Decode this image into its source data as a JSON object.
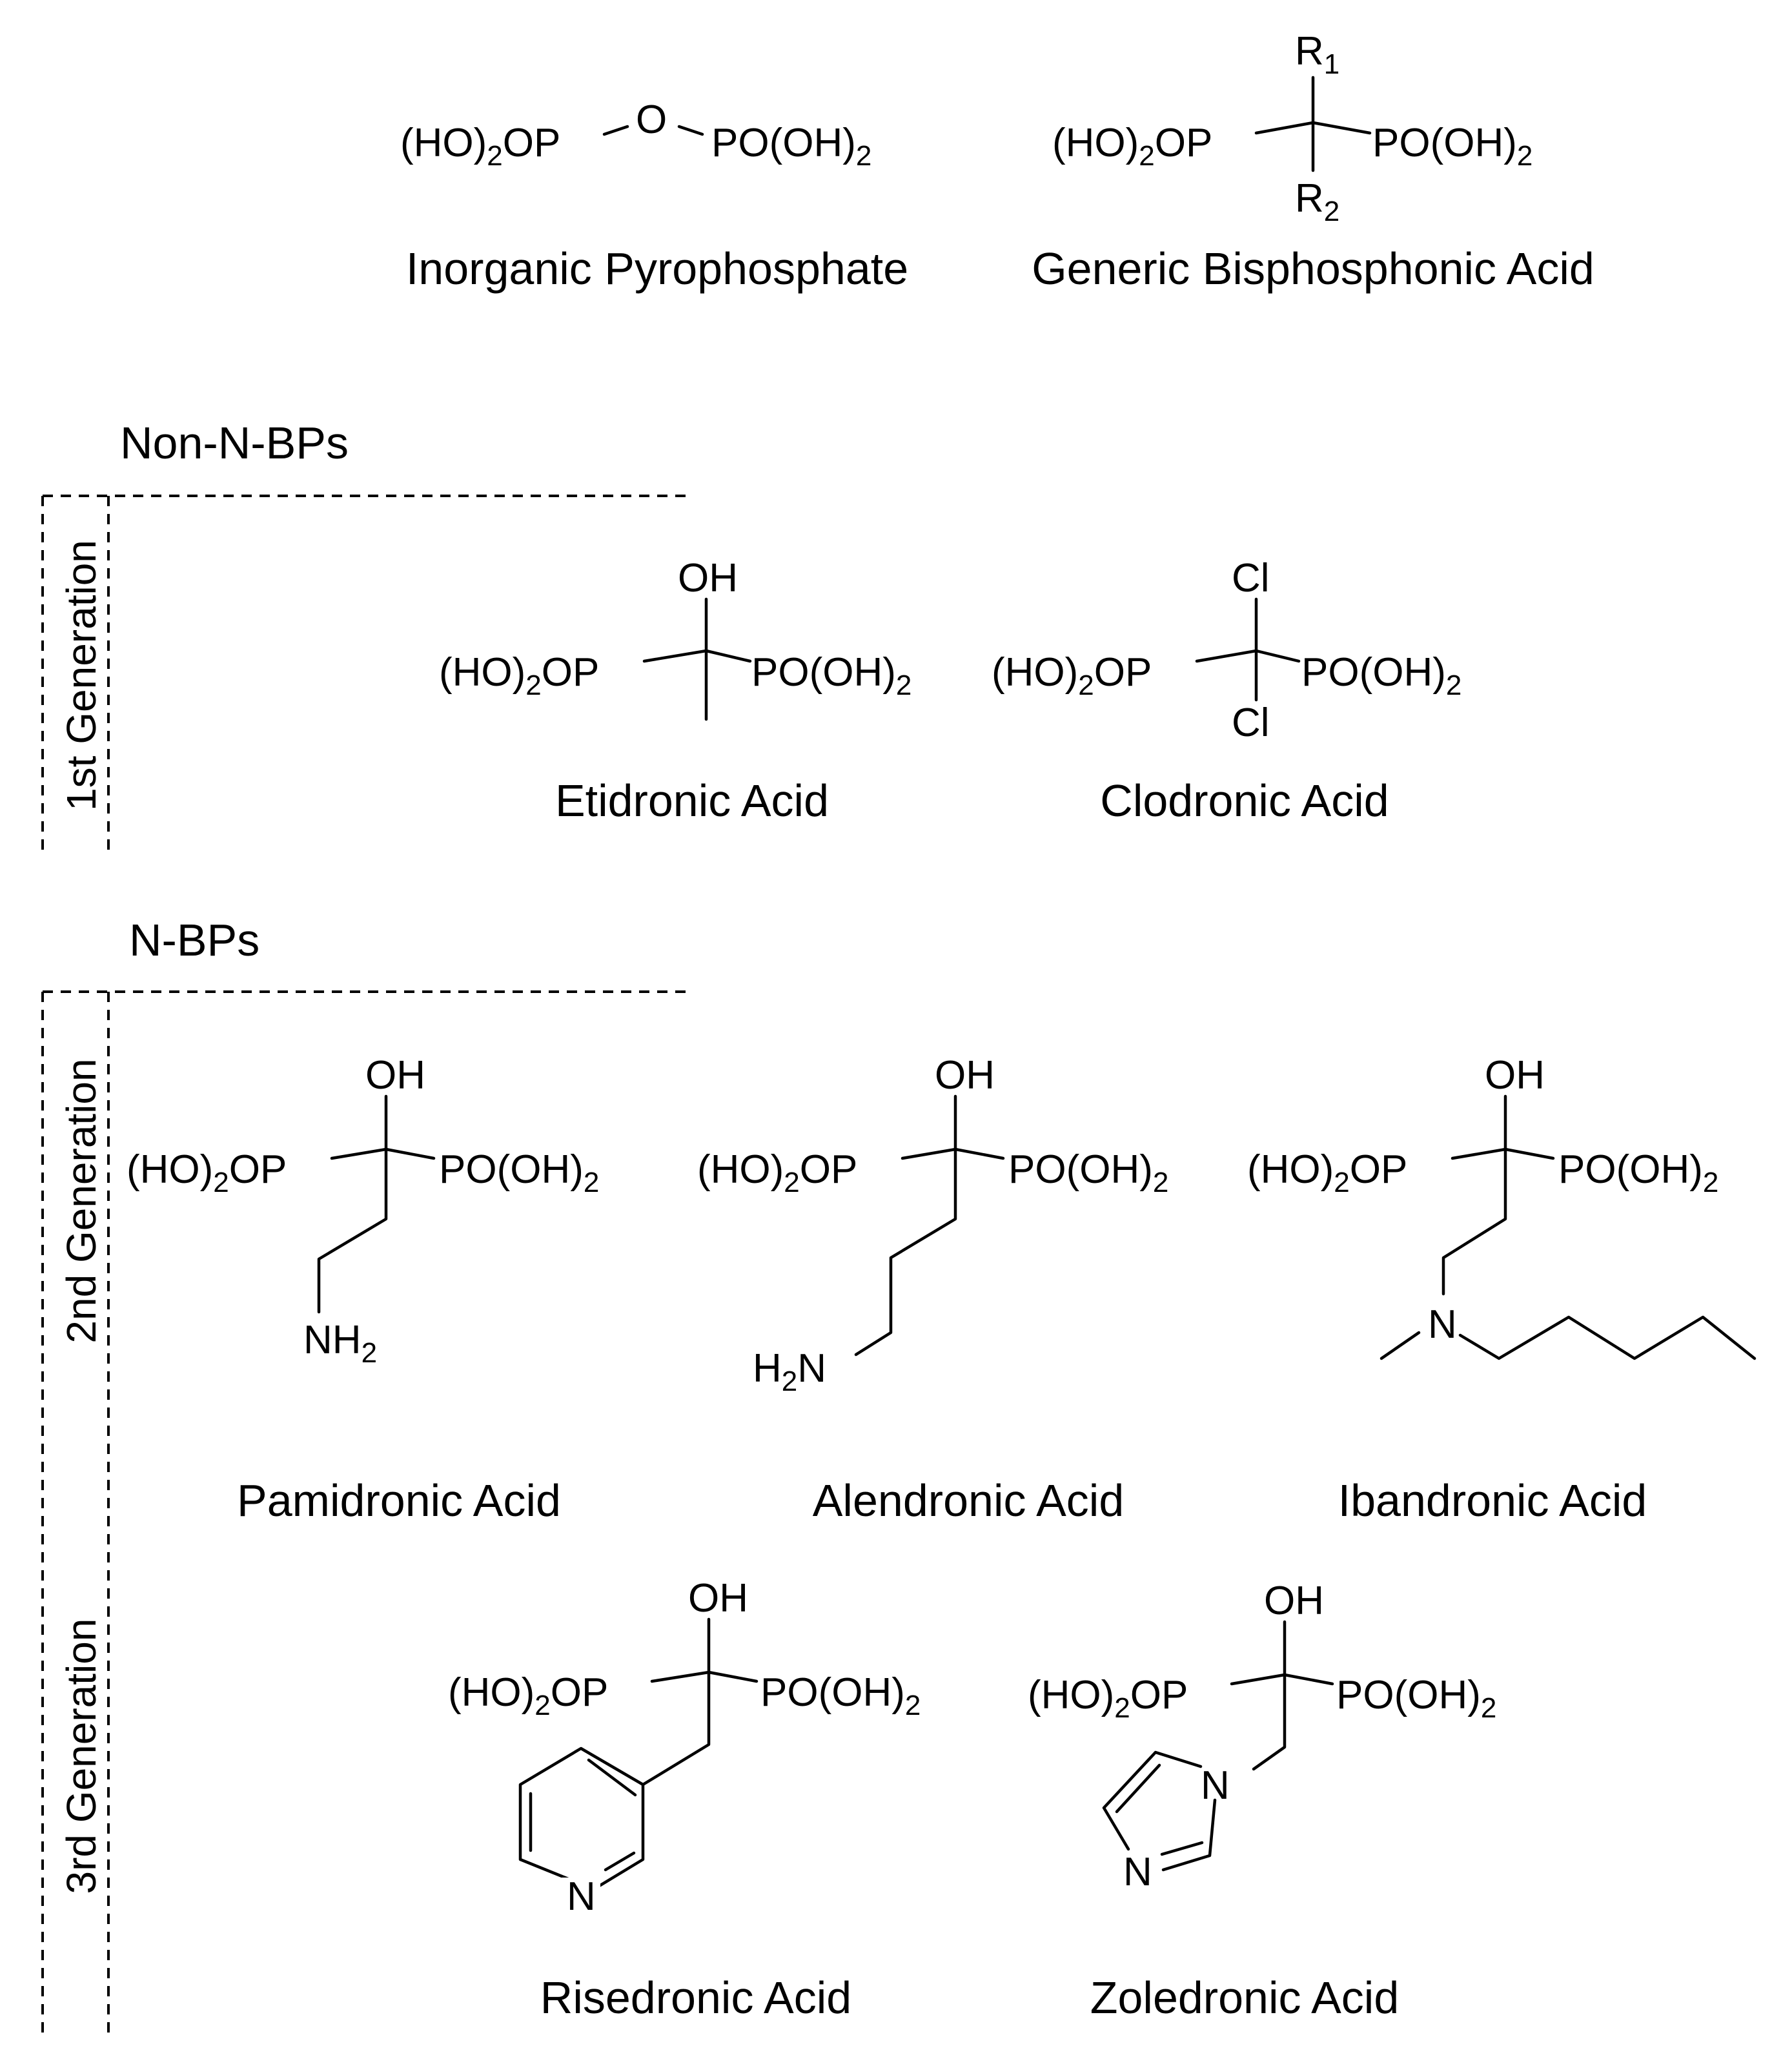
{
  "header": {
    "pyrophosphate": {
      "left": "(HO)",
      "left_sub": "2",
      "left_tail": "OP",
      "bridge": "O",
      "right": "PO(OH)",
      "right_sub": "2",
      "caption": "Inorganic Pyrophosphate"
    },
    "generic": {
      "left": "(HO)",
      "left_sub": "2",
      "left_tail": "OP",
      "right": "PO(OH)",
      "right_sub": "2",
      "r1": "R",
      "r1_sub": "1",
      "r2": "R",
      "r2_sub": "2",
      "caption": "Generic Bisphosphonic Acid"
    }
  },
  "groups": {
    "non_n": {
      "title": "Non-N-BPs"
    },
    "n": {
      "title": "N-BPs"
    }
  },
  "generations": {
    "first": "1st Generation",
    "second": "2nd Generation",
    "third": "3rd Generation"
  },
  "compounds": {
    "etidronic": {
      "top": "OH",
      "caption": "Etidronic Acid"
    },
    "clodronic": {
      "top": "Cl",
      "bottom": "Cl",
      "caption": "Clodronic Acid"
    },
    "pamidronic": {
      "top": "OH",
      "amine": "NH",
      "amine_sub": "2",
      "caption": "Pamidronic Acid"
    },
    "alendronic": {
      "top": "OH",
      "amine_pre": "H",
      "amine_sub": "2",
      "amine_post": "N",
      "caption": "Alendronic Acid"
    },
    "ibandronic": {
      "top": "OH",
      "amine": "N",
      "caption": "Ibandronic Acid"
    },
    "risedronic": {
      "top": "OH",
      "ring_n": "N",
      "caption": "Risedronic Acid"
    },
    "zoledronic": {
      "top": "OH",
      "ring_n1": "N",
      "ring_n3": "N",
      "caption": "Zoledronic Acid"
    }
  },
  "labels": {
    "ho2op": "(HO)",
    "ho2op_sub": "2",
    "ho2op_tail": "OP",
    "poh2": "PO(OH)",
    "poh2_sub": "2"
  }
}
